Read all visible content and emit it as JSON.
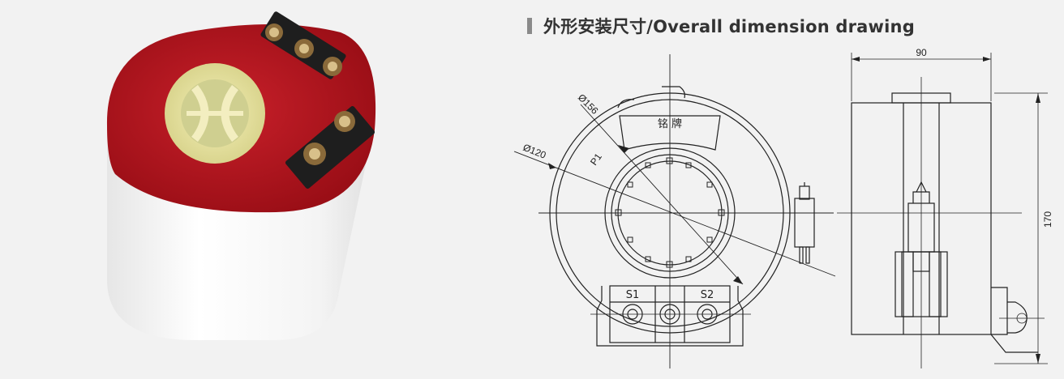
{
  "section": {
    "title": "外形安装尺寸/Overall dimension drawing"
  },
  "drawing": {
    "front": {
      "dia_outer": "Ø156",
      "dia_inner": "Ø120",
      "nameplate": "铭  牌",
      "p1": "P1",
      "s1": "S1",
      "s2": "S2"
    },
    "side": {
      "width": "90",
      "height": "170"
    }
  },
  "colors": {
    "background": "#f2f2f2",
    "title_bar": "#8a8a8a",
    "cap_red": "#b5121b",
    "body_white": "#fbfbfb",
    "line": "#222222"
  }
}
